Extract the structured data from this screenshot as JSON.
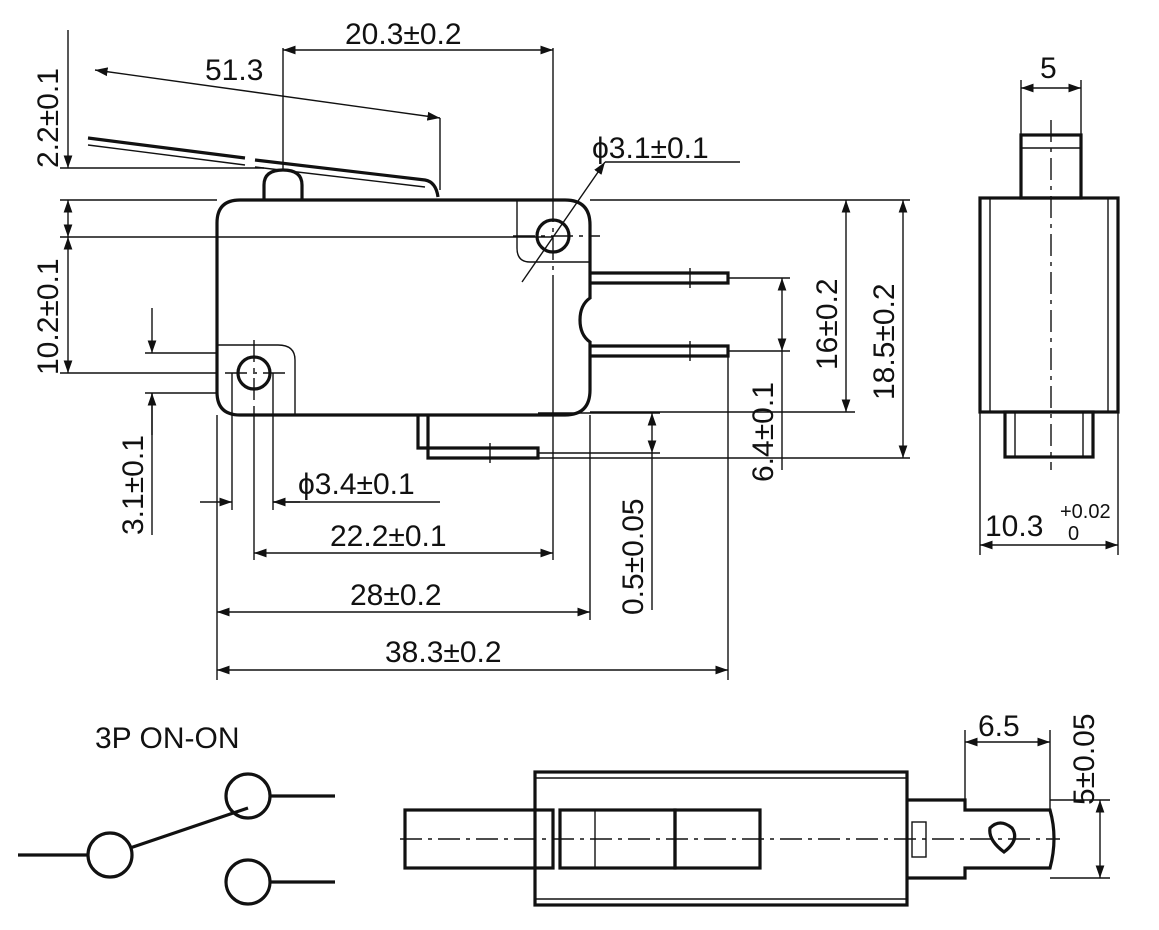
{
  "side_view": {
    "dim_top_width": "20.3±0.2",
    "dim_lever": "51.3",
    "dim_pin_height": "2.2±0.1",
    "dim_hole_dia": "ϕ3.1±0.1",
    "dim_left_height": "10.2±0.1",
    "dim_16": "16±0.2",
    "dim_18_5": "18.5±0.2",
    "dim_6_4": "6.4±0.1",
    "dim_3_1": "3.1±0.1",
    "dim_hole_dia_2": "ϕ3.4±0.1",
    "dim_22_2": "22.2±0.1",
    "dim_0_5": "0.5±0.05",
    "dim_28": "28±0.2",
    "dim_38_3": "38.3±0.2"
  },
  "end_view": {
    "dim_top": "5",
    "dim_width_base": "10.3",
    "dim_width_tol_upper": "+0.02",
    "dim_width_tol_lower": "0"
  },
  "schematic": {
    "title": "3P ON-ON"
  },
  "bottom_view": {
    "dim_6_5": "6.5",
    "dim_5": "5±0.05"
  }
}
